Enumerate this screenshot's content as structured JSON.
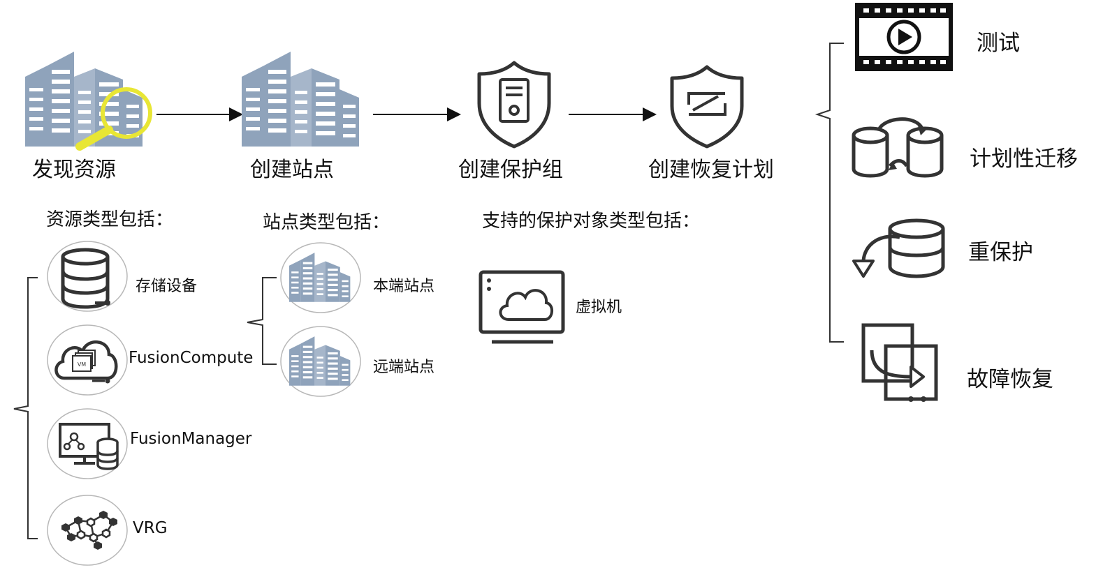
{
  "steps": [
    {
      "label": "发现资源",
      "icon": "building-search-icon"
    },
    {
      "label": "创建站点",
      "icon": "building-icon"
    },
    {
      "label": "创建保护组",
      "icon": "shield-server-icon"
    },
    {
      "label": "创建恢复计划",
      "icon": "shield-sync-icon"
    }
  ],
  "resources": {
    "heading": "资源类型包括：",
    "items": [
      {
        "label": "存储设备",
        "icon": "database-icon"
      },
      {
        "label": "FusionCompute",
        "icon": "cloud-vm-icon"
      },
      {
        "label": "FusionManager",
        "icon": "monitor-database-icon"
      },
      {
        "label": "VRG",
        "icon": "network-hexagon-icon"
      }
    ]
  },
  "sites": {
    "heading": "站点类型包括：",
    "items": [
      {
        "label": "本端站点",
        "icon": "building-icon"
      },
      {
        "label": "远端站点",
        "icon": "building-icon"
      }
    ]
  },
  "protection": {
    "heading": "支持的保护对象类型包括：",
    "items": [
      {
        "label": "虚拟机",
        "icon": "monitor-cloud-icon"
      }
    ]
  },
  "scenarios": [
    {
      "label": "测试",
      "icon": "film-play-icon"
    },
    {
      "label": "计划性迁移",
      "icon": "database-migrate-icon"
    },
    {
      "label": "重保护",
      "icon": "database-reprotect-icon"
    },
    {
      "label": "故障恢复",
      "icon": "document-failover-icon"
    }
  ],
  "colors": {
    "building": "#8fa3bb",
    "building_window": "#ffffff",
    "magnifier": "#e8e635",
    "icon_stroke": "#333333",
    "circle_fill": "#ffffff",
    "circle_stroke": "#b8b8b8"
  }
}
